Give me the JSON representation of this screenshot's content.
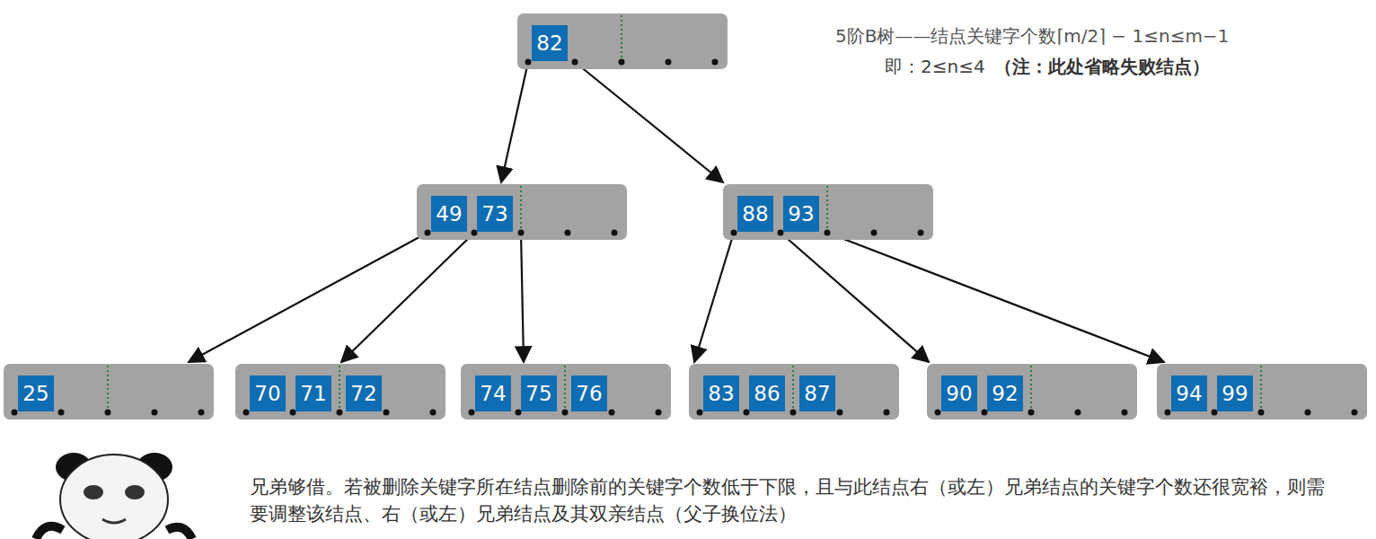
{
  "diagram": {
    "nodes": [
      {
        "text": [
          "82"
        ]
      },
      {
        "text": [
          "49",
          "73"
        ]
      },
      {
        "text": [
          "88",
          "93"
        ]
      },
      {
        "text": [
          "25"
        ]
      },
      {
        "text": [
          "70",
          "71",
          "72"
        ]
      },
      {
        "text": [
          "74",
          "75",
          "76"
        ]
      },
      {
        "text": [
          "83",
          "86",
          "87"
        ]
      },
      {
        "text": [
          "90",
          "92"
        ]
      },
      {
        "text": [
          "94",
          "99"
        ]
      }
    ],
    "edges": [
      {
        "from": 0,
        "to": 1,
        "arrow": "to"
      },
      {
        "from": 0,
        "to": 2,
        "arrow": "to"
      },
      {
        "from": 1,
        "to": 3,
        "arrow": "to"
      },
      {
        "from": 1,
        "to": 4,
        "arrow": "to"
      },
      {
        "from": 1,
        "to": 5,
        "arrow": "to"
      },
      {
        "from": 2,
        "to": 6,
        "arrow": "to"
      },
      {
        "from": 2,
        "to": 7,
        "arrow": "to"
      },
      {
        "from": 2,
        "to": 8,
        "arrow": "to"
      }
    ],
    "labels": [
      "5阶B树——结点关键字个数⌈m/2⌉ − 1≤n≤m−1",
      "即：2≤n≤4",
      "（注：此处省略失败结点）",
      "兄弟够借。若被删除关键字所在结点删除前的关键字个数低于下限，且与此结点右（或左）兄弟结点的关键字个数还很宽裕，则需要调整该结点、右（或左）兄弟结点及其双亲结点（父子换位法）"
    ]
  }
}
